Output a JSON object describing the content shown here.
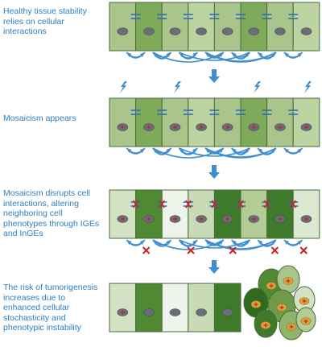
{
  "steps": [
    {
      "text": "Healthy tissue stability\nrelies on cellular\ninteractions"
    },
    {
      "text": "Mosaicism appears"
    },
    {
      "text": "Mosaicism disrupts cell\ninteractions, altering\nneighboring cell\nphenotypes through IGEs\nand InGEs"
    },
    {
      "text": "The risk of tumorigenesis\nincreases due to\nenhanced cellular\nstochasticity and\nphenotypic instability"
    }
  ],
  "rows": [
    {
      "cell_colors": [
        "#a9c58c",
        "#7eaa5a",
        "#a9c58c",
        "#bcd3a2",
        "#a9c58c",
        "#7eaa5a",
        "#a9c58c",
        "#bcd3a2"
      ],
      "mutated": [
        false,
        false,
        false,
        false,
        false,
        false,
        false,
        false
      ],
      "junctions": "intact",
      "signals": "intact",
      "lightning": false
    },
    {
      "cell_colors": [
        "#a9c58c",
        "#7eaa5a",
        "#a9c58c",
        "#bcd3a2",
        "#a9c58c",
        "#7eaa5a",
        "#a9c58c",
        "#bcd3a2"
      ],
      "mutated": [
        true,
        true,
        true,
        true,
        true,
        true,
        true,
        true
      ],
      "junctions": "intact",
      "signals": "intact",
      "lightning": true
    },
    {
      "cell_colors": [
        "#d3e2c4",
        "#4f8a33",
        "#eef4e9",
        "#c8dab6",
        "#3f7a2a",
        "#b3cc96",
        "#3f7a2a",
        "#dce8d0"
      ],
      "mutated": [
        true,
        true,
        true,
        true,
        true,
        true,
        true,
        true
      ],
      "junctions": "broken",
      "signals": "broken",
      "lightning": false
    },
    {
      "cell_colors": [
        "#d3e2c4",
        "#4f8a33",
        "#eef4e9",
        "#c8dab6",
        "#3f7a2a"
      ],
      "mutated": [
        true,
        false,
        false,
        false,
        false
      ],
      "junctions": "none",
      "signals": "none",
      "lightning": false
    }
  ],
  "tumor_cluster": {
    "cell_colors": [
      "#4f8a33",
      "#a9c58c",
      "#2f6a1f",
      "#6f9a4a",
      "#d3e2c4",
      "#3f7a2a",
      "#8fb46c",
      "#b3cc96"
    ]
  },
  "colors": {
    "text": "#2d7fbf",
    "arrow": "#3f8fd0",
    "nucleus": "#6b6e78",
    "mutation": "#cc2222",
    "cell_border": "#4a6a3a"
  }
}
